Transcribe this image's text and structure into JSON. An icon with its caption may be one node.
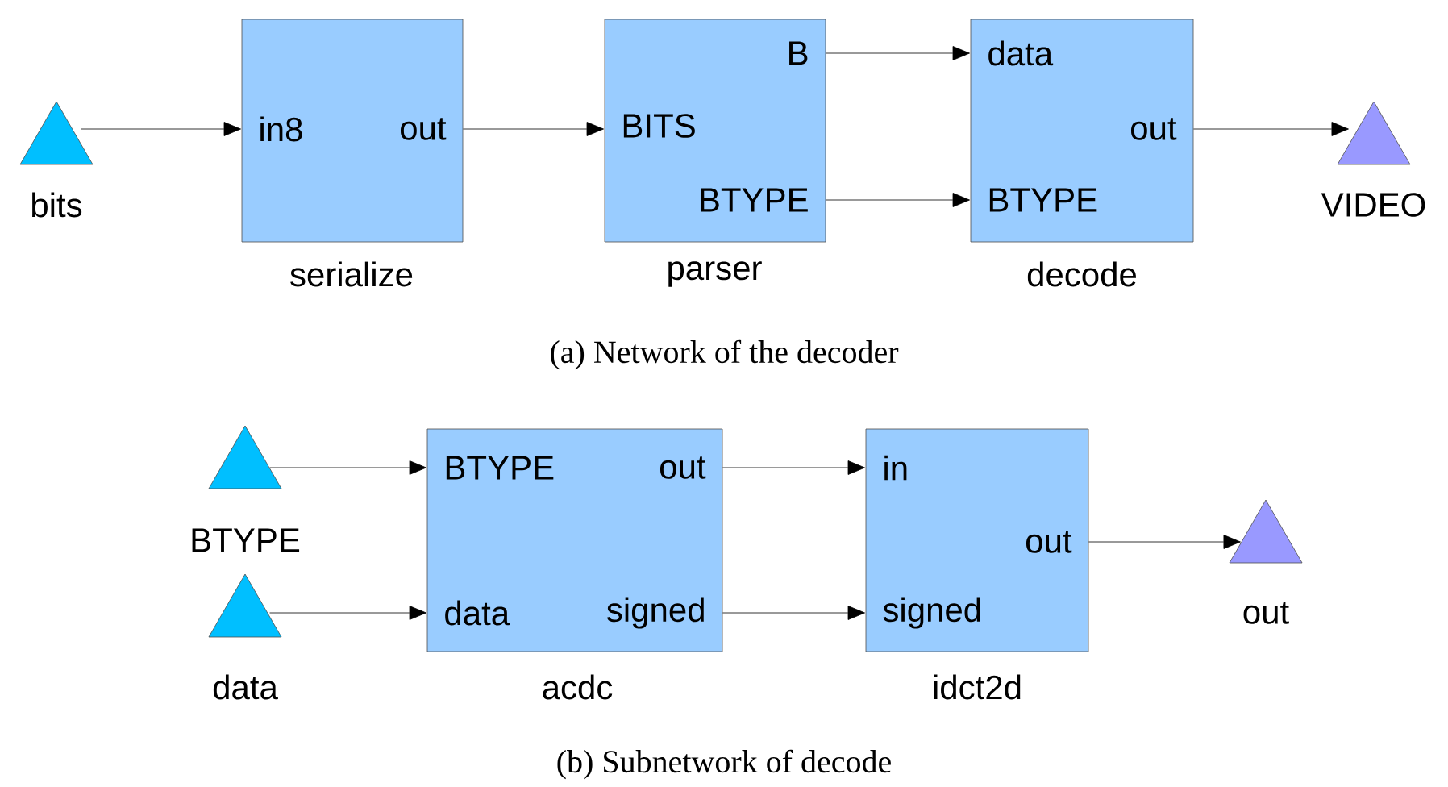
{
  "diagram": {
    "nodes": [
      {
        "text": [],
        "shape": "triangle",
        "beside": [
          "bits"
        ]
      },
      {
        "text": [
          "in8",
          "out"
        ],
        "beside": [
          "serialize"
        ]
      },
      {
        "text": [
          "B",
          "BITS",
          "BTYPE"
        ],
        "beside": [
          "parser"
        ]
      },
      {
        "text": [
          "data",
          "out",
          "BTYPE"
        ],
        "beside": [
          "decode"
        ]
      },
      {
        "text": [],
        "shape": "triangle",
        "beside": [
          "VIDEO"
        ]
      },
      {
        "text": [],
        "shape": "triangle",
        "beside": [
          "BTYPE"
        ]
      },
      {
        "text": [],
        "shape": "triangle",
        "beside": [
          "data"
        ]
      },
      {
        "text": [
          "BTYPE",
          "out",
          "data",
          "signed"
        ],
        "beside": [
          "acdc"
        ]
      },
      {
        "text": [
          "in",
          "out",
          "signed"
        ],
        "beside": [
          "idct2d"
        ]
      },
      {
        "text": [],
        "shape": "triangle",
        "beside": [
          "out"
        ]
      }
    ],
    "edges": [
      {
        "from": 0,
        "to": 1,
        "arrow": "to"
      },
      {
        "from": 1,
        "to": 2,
        "arrow": "to"
      },
      {
        "from": 2,
        "to": 3,
        "arrow": "to"
      },
      {
        "from": 2,
        "to": 3,
        "arrow": "to"
      },
      {
        "from": 3,
        "to": 4,
        "arrow": "to"
      },
      {
        "from": 5,
        "to": 7,
        "arrow": "to"
      },
      {
        "from": 6,
        "to": 7,
        "arrow": "to"
      },
      {
        "from": 7,
        "to": 8,
        "arrow": "to"
      },
      {
        "from": 7,
        "to": 8,
        "arrow": "to"
      },
      {
        "from": 8,
        "to": 9,
        "arrow": "to"
      }
    ],
    "labels": [
      "(a) Network of the decoder",
      "(b) Subnetwork of decode"
    ]
  }
}
